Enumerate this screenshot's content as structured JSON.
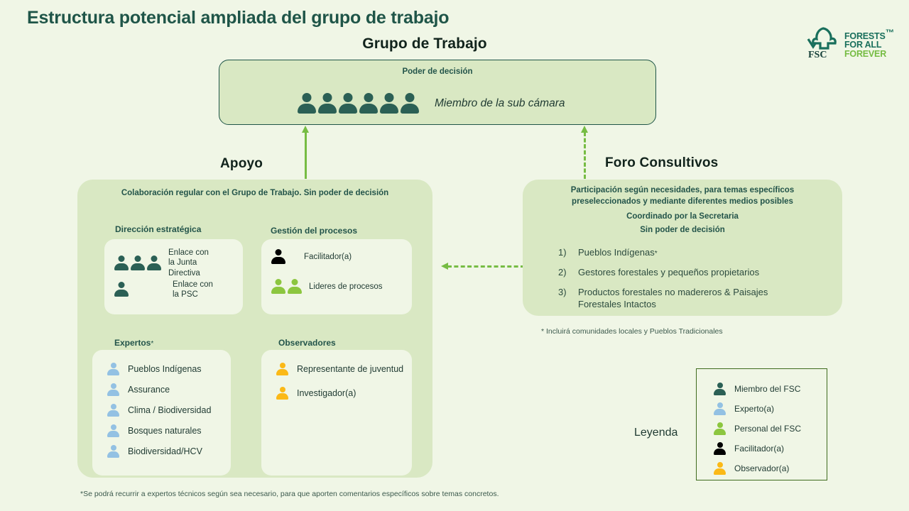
{
  "page": {
    "title": "Estructura potencial ampliada del grupo de trabajo",
    "footnote": "*Se podrá recurrir a expertos técnicos según sea necesario, para que aporten comentarios específicos sobre temas concretos."
  },
  "logo": {
    "mark_name": "fsc-tree-checkmark-logo",
    "acronym": "FSC",
    "line1": "FORESTS",
    "line2": "FOR ALL",
    "line3": "FOREVER",
    "tm": "™"
  },
  "working_group": {
    "heading": "Grupo de Trabajo",
    "caption": "Poder de decisión",
    "member_label": "Miembro de la sub cámara",
    "member_icon_count": 6,
    "icon_role": "fsc-member"
  },
  "apoyo": {
    "heading": "Apoyo",
    "caption": "Colaboración regular con el Grupo de Trabajo. Sin poder de decisión",
    "strategic": {
      "heading": "Dirección estratégica",
      "rows": [
        {
          "label": "Enlace con la Junta Directiva",
          "icons": 3,
          "role": "fsc-member"
        },
        {
          "label": "Enlace con la PSC",
          "icons": 1,
          "role": "fsc-member"
        }
      ]
    },
    "process": {
      "heading": "Gestión del procesos",
      "rows": [
        {
          "label": "Facilitador(a)",
          "icons": 1,
          "role": "facilitator"
        },
        {
          "label": "Lideres de procesos",
          "icons": 2,
          "role": "fsc-staff"
        }
      ]
    },
    "experts": {
      "heading": "Expertos",
      "heading_asterisk": "*",
      "role": "expert",
      "items": [
        "Pueblos Indígenas",
        "Assurance",
        "Clima / Biodiversidad",
        "Bosques naturales",
        "Biodiversidad/HCV"
      ]
    },
    "observers": {
      "heading": "Observadores",
      "role": "observer",
      "items": [
        "Representante de juventud",
        "Investigador(a)"
      ]
    }
  },
  "foro": {
    "heading": "Foro Consultivos",
    "caption_line1": "Participación según necesidades, para temas específicos preseleccionados y  mediante diferentes medios posibles",
    "caption_line2": "Coordinado por la Secretaria",
    "caption_line3": "Sin poder de decisión",
    "items": [
      {
        "num": "1)",
        "text": "Pueblos Indígenas",
        "asterisk": "*"
      },
      {
        "num": "2)",
        "text": "Gestores forestales y pequeños propietarios",
        "asterisk": ""
      },
      {
        "num": "3)",
        "text": "Productos forestales no madereros & Paisajes Forestales Intactos",
        "asterisk": ""
      }
    ],
    "footnote": "* Incluirá comunidades locales y Pueblos Tradicionales"
  },
  "legend": {
    "label": "Leyenda",
    "items": [
      {
        "label": "Miembro del FSC",
        "role": "fsc-member",
        "color": "#2b6055"
      },
      {
        "label": "Experto(a)",
        "role": "expert",
        "color": "#93c1e3"
      },
      {
        "label": "Personal del FSC",
        "role": "fsc-staff",
        "color": "#8cc63f"
      },
      {
        "label": "Facilitador(a)",
        "role": "facilitator",
        "color": "#000000"
      },
      {
        "label": "Observador(a)",
        "role": "observer",
        "color": "#fbb917"
      }
    ]
  },
  "colors": {
    "background": "#f0f6e6",
    "panel": "#d9e8c3",
    "subbox": "#f0f6e6",
    "border_dark": "#1f5548",
    "accent_green": "#76bc43",
    "title": "#1f5548"
  },
  "arrows": {
    "apoyo_to_wg": "solid-up-arrow",
    "foro_to_wg": "dashed-up-arrow",
    "foro_to_apoyo": "dashed-left-arrow"
  }
}
